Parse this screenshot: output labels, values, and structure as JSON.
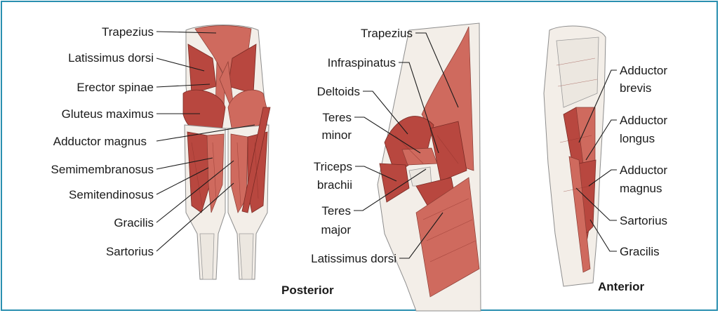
{
  "colors": {
    "border": "#2a8fb0",
    "muscle": "#b8473f",
    "text": "#1a1a1a"
  },
  "posterior_legs": {
    "labels": {
      "trapezius": "Trapezius",
      "latissimus_dorsi": "Latissimus dorsi",
      "erector_spinae": "Erector spinae",
      "gluteus_maximus": "Gluteus maximus",
      "adductor_magnus": "Adductor magnus",
      "semimembranosus": "Semimembranosus",
      "semitendinosus": "Semitendinosus",
      "gracilis": "Gracilis",
      "sartorius": "Sartorius"
    }
  },
  "shoulder": {
    "labels": {
      "trapezius": "Trapezius",
      "infraspinatus": "Infraspinatus",
      "deltoids": "Deltoids",
      "teres_minor_1": "Teres",
      "teres_minor_2": "minor",
      "triceps_1": "Triceps",
      "triceps_2": "brachii",
      "teres_major_1": "Teres",
      "teres_major_2": "major",
      "latissimus_dorsi": "Latissimus dorsi"
    },
    "caption": "Posterior"
  },
  "anterior_leg": {
    "labels": {
      "adductor_brevis_1": "Adductor",
      "adductor_brevis_2": "brevis",
      "adductor_longus_1": "Adductor",
      "adductor_longus_2": "longus",
      "adductor_magnus_1": "Adductor",
      "adductor_magnus_2": "magnus",
      "sartorius": "Sartorius",
      "gracilis": "Gracilis"
    },
    "caption": "Anterior"
  }
}
